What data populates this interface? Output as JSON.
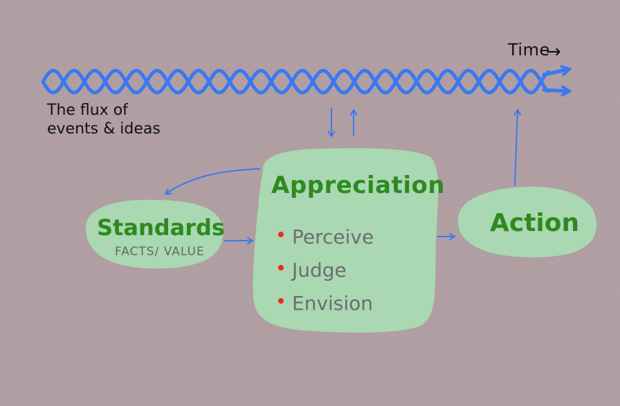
{
  "labels": {
    "time": "Time",
    "flux_line1": "The flux of",
    "flux_line2": "events & ideas",
    "appreciation": "Appreciation",
    "standards": "Standards",
    "standards_sub": "FACTS/ VALUE",
    "action": "Action"
  },
  "appreciation_items": [
    "Perceive",
    "Judge",
    "Envision"
  ],
  "colors": {
    "background": "#b4a2a6",
    "blob": "#a9d8b3",
    "title_text": "#2e8a1f",
    "item_text": "#6d6d6d",
    "bullet": "#ee2a1e",
    "arrows": "#3a78f2",
    "flux_wave": "#3a78f2"
  },
  "icons": {
    "time_arrow": "right-arrow-icon"
  }
}
